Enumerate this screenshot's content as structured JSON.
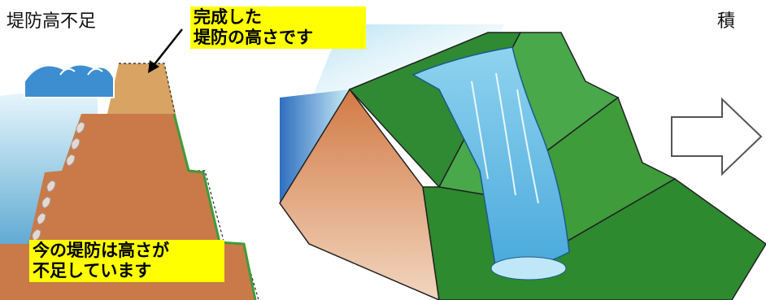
{
  "left_panel": {
    "title": "堤防高不足",
    "callout_top": [
      "完成した",
      "堤防の高さです"
    ],
    "callout_bottom": [
      "今の堤防は高さが",
      "不足しています"
    ]
  },
  "right_panel": {
    "title_partial": "積"
  },
  "colors": {
    "embankment": "#c97a48",
    "embankment_top": "#d9a463",
    "grass": "#3e9c3a",
    "water": "#5fb6d8",
    "callout": "#ffff00"
  },
  "icons": [
    "arrow-pointer-icon",
    "right-arrow-icon",
    "wave-icon",
    "waterfall-icon"
  ]
}
